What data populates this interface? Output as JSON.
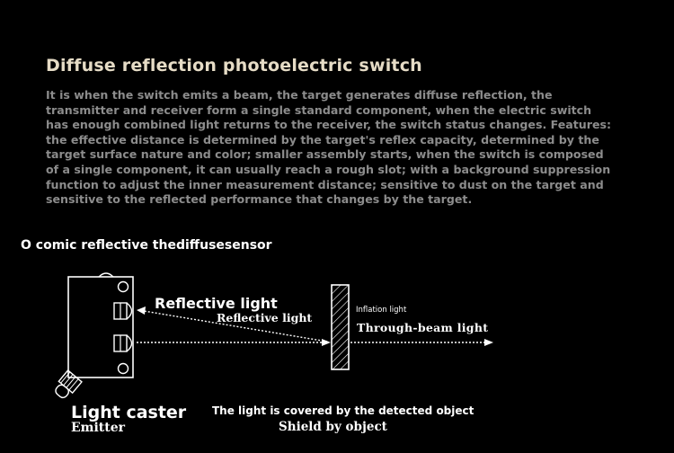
{
  "title": "Diffuse reflection photoelectric switch",
  "description_lines": [
    "It is when the switch emits a beam, the target generates diffuse reflection, the",
    "transmitter and receiver form a single standard component, when the electric switch",
    "has enough combined light returns to the receiver, the switch status changes. Features:",
    "the effective distance is determined by the target's reflex capacity, determined by the",
    "target surface nature and color; smaller assembly starts, when the switch is composed",
    "of a single component, it can usually reach a rough slot; with a background suppression",
    "function to adjust the inner measurement distance; sensitive to dust on the target and",
    "sensitive to the reflected performance that changes by the target."
  ],
  "diagram": {
    "heading": "O comic reflective thediffusesensor",
    "reflective_light_main": "Reflective light",
    "reflective_light_sub": "Reflective light",
    "inflation_light": "Inflation light",
    "through_beam_light": "Through-beam light",
    "light_caster": "Light caster",
    "emitter": "Emitter",
    "covered_text": "The light is covered by the detected object",
    "shield_text": "Shield by object"
  }
}
